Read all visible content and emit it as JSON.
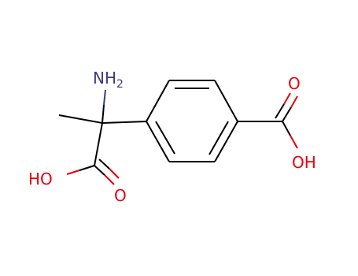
{
  "molecule": {
    "labels": {
      "amine": "NH",
      "amine_subscript": "2",
      "acid_left_oh": "HO",
      "acid_left_o": "O",
      "acid_right_o": "O",
      "acid_right_oh": "OH"
    },
    "colors": {
      "bond": "#000000",
      "nitrogen": "#3b3b8f",
      "oxygen": "#e8000b"
    }
  }
}
